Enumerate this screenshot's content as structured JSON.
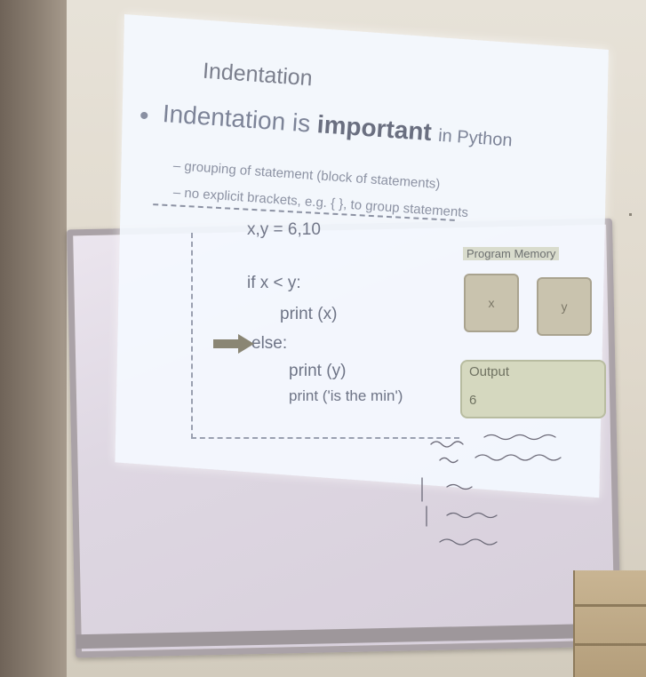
{
  "slide": {
    "title": "Indentation",
    "bullet": "Indentation is",
    "bullet_bold": "important",
    "bullet_tail": "in Python",
    "sub1": "– grouping of statement (block of statements)",
    "sub2": "– no explicit brackets, e.g. { }, to group statements",
    "assignment": "x,y = 6,10"
  },
  "code": {
    "line1": "if x < y:",
    "line2": "print (x)",
    "line3": "else:",
    "line4": "print (y)",
    "line5": "print ('is the min')"
  },
  "memory": {
    "label": "Program Memory",
    "x_label": "x",
    "y_label": "y"
  },
  "output": {
    "line1": "Output",
    "line2": "6"
  },
  "colors": {
    "wall": "#dfd8cb",
    "whiteboard": "#ded7e2",
    "projection": "#f4f8ff",
    "arrow": "#8a8674"
  }
}
